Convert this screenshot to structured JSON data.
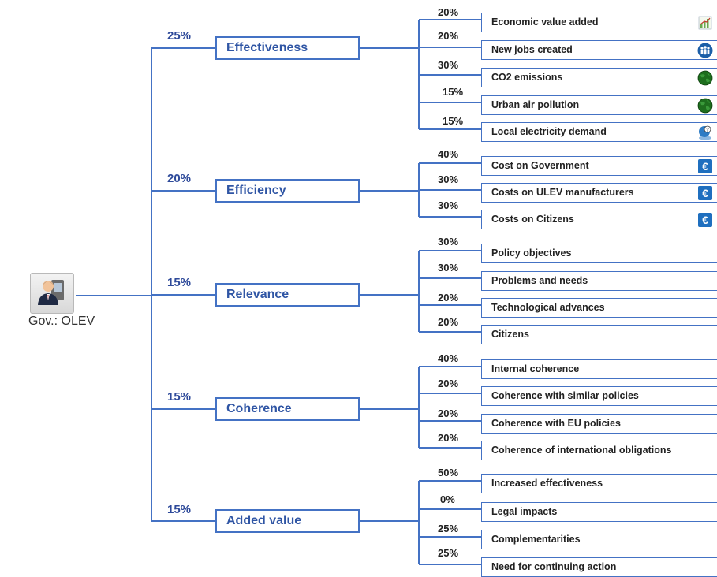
{
  "root": {
    "label": "Gov.: OLEV",
    "icon": "person-user-icon"
  },
  "criteria": [
    {
      "label": "Effectiveness",
      "weight": "25%",
      "subcriteria": [
        {
          "label": "Economic value added",
          "weight": "20%",
          "icon": "chart-growth-icon"
        },
        {
          "label": "New jobs created",
          "weight": "20%",
          "icon": "people-group-icon"
        },
        {
          "label": "CO2 emissions",
          "weight": "30%",
          "icon": "globe-icon"
        },
        {
          "label": "Urban air pollution",
          "weight": "15%",
          "icon": "globe-icon"
        },
        {
          "label": "Local electricity demand",
          "weight": "15%",
          "icon": "globe-power-icon"
        }
      ]
    },
    {
      "label": "Efficiency",
      "weight": "20%",
      "subcriteria": [
        {
          "label": "Cost on Government",
          "weight": "40%",
          "icon": "euro-icon"
        },
        {
          "label": "Costs on ULEV manufacturers",
          "weight": "30%",
          "icon": "euro-icon"
        },
        {
          "label": "Costs on Citizens",
          "weight": "30%",
          "icon": "euro-icon"
        }
      ]
    },
    {
      "label": "Relevance",
      "weight": "15%",
      "subcriteria": [
        {
          "label": "Policy objectives",
          "weight": "30%"
        },
        {
          "label": "Problems and needs",
          "weight": "30%"
        },
        {
          "label": "Technological advances",
          "weight": "20%"
        },
        {
          "label": "Citizens",
          "weight": "20%"
        }
      ]
    },
    {
      "label": "Coherence",
      "weight": "15%",
      "subcriteria": [
        {
          "label": "Internal coherence",
          "weight": "40%"
        },
        {
          "label": "Coherence with similar policies",
          "weight": "20%"
        },
        {
          "label": "Coherence with EU policies",
          "weight": "20%"
        },
        {
          "label": "Coherence of international obligations",
          "weight": "20%"
        }
      ]
    },
    {
      "label": "Added value",
      "weight": "15%",
      "subcriteria": [
        {
          "label": "Increased effectiveness",
          "weight": "50%"
        },
        {
          "label": "Legal impacts",
          "weight": "0%"
        },
        {
          "label": "Complementarities",
          "weight": "25%"
        },
        {
          "label": "Need for continuing action",
          "weight": "25%"
        }
      ]
    }
  ],
  "colors": {
    "line": "#4472c4",
    "criterion_text": "#2f55a4",
    "euro": "#1f6fbf",
    "globe": "#3a9a3a"
  }
}
